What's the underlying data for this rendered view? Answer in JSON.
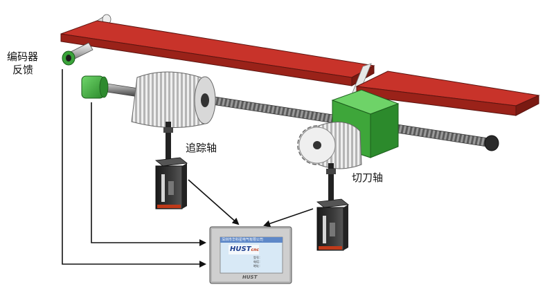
{
  "labels": {
    "encoder_line1": "编码器",
    "encoder_line2": "反馈",
    "tracking_axis": "追踪轴",
    "cutter_axis": "切刀轴"
  },
  "hmi": {
    "company": "深圳市华科星电气有限公司",
    "logo": "HUST",
    "logo_suffix": "cnc",
    "info_lines": [
      "型号：",
      "电话：",
      "地址："
    ],
    "bezel_logo": "HUST"
  },
  "colors": {
    "conveyor": "#c8332a",
    "conveyor_side": "#9a2219",
    "frame": "#3ea63a",
    "encoder": "#3aa33a",
    "drive": "#2a2a2a",
    "hmi_screen": "#d8e9f6"
  }
}
